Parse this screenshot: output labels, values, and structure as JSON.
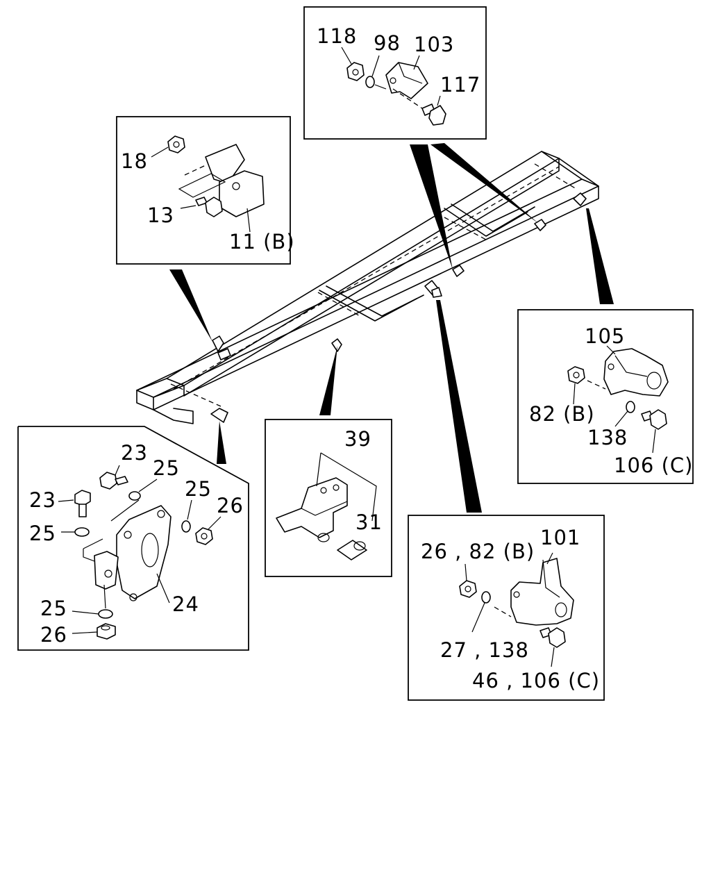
{
  "callouts": {
    "top_center": {
      "labels": [
        "118",
        "98",
        "103",
        "117"
      ]
    },
    "top_left": {
      "labels": [
        "18",
        "13",
        "11 (B)"
      ]
    },
    "right": {
      "labels": [
        "105",
        "82 (B)",
        "138",
        "106 (C)"
      ]
    },
    "bottom_left": {
      "labels": [
        "23",
        "25",
        "25",
        "23",
        "26",
        "25",
        "25",
        "24",
        "26"
      ]
    },
    "middle": {
      "labels": [
        "39",
        "31"
      ]
    },
    "bottom_right": {
      "labels": [
        "101",
        "26 , 82 (B)",
        "27 , 138",
        "46 , 106 (C)"
      ]
    }
  }
}
